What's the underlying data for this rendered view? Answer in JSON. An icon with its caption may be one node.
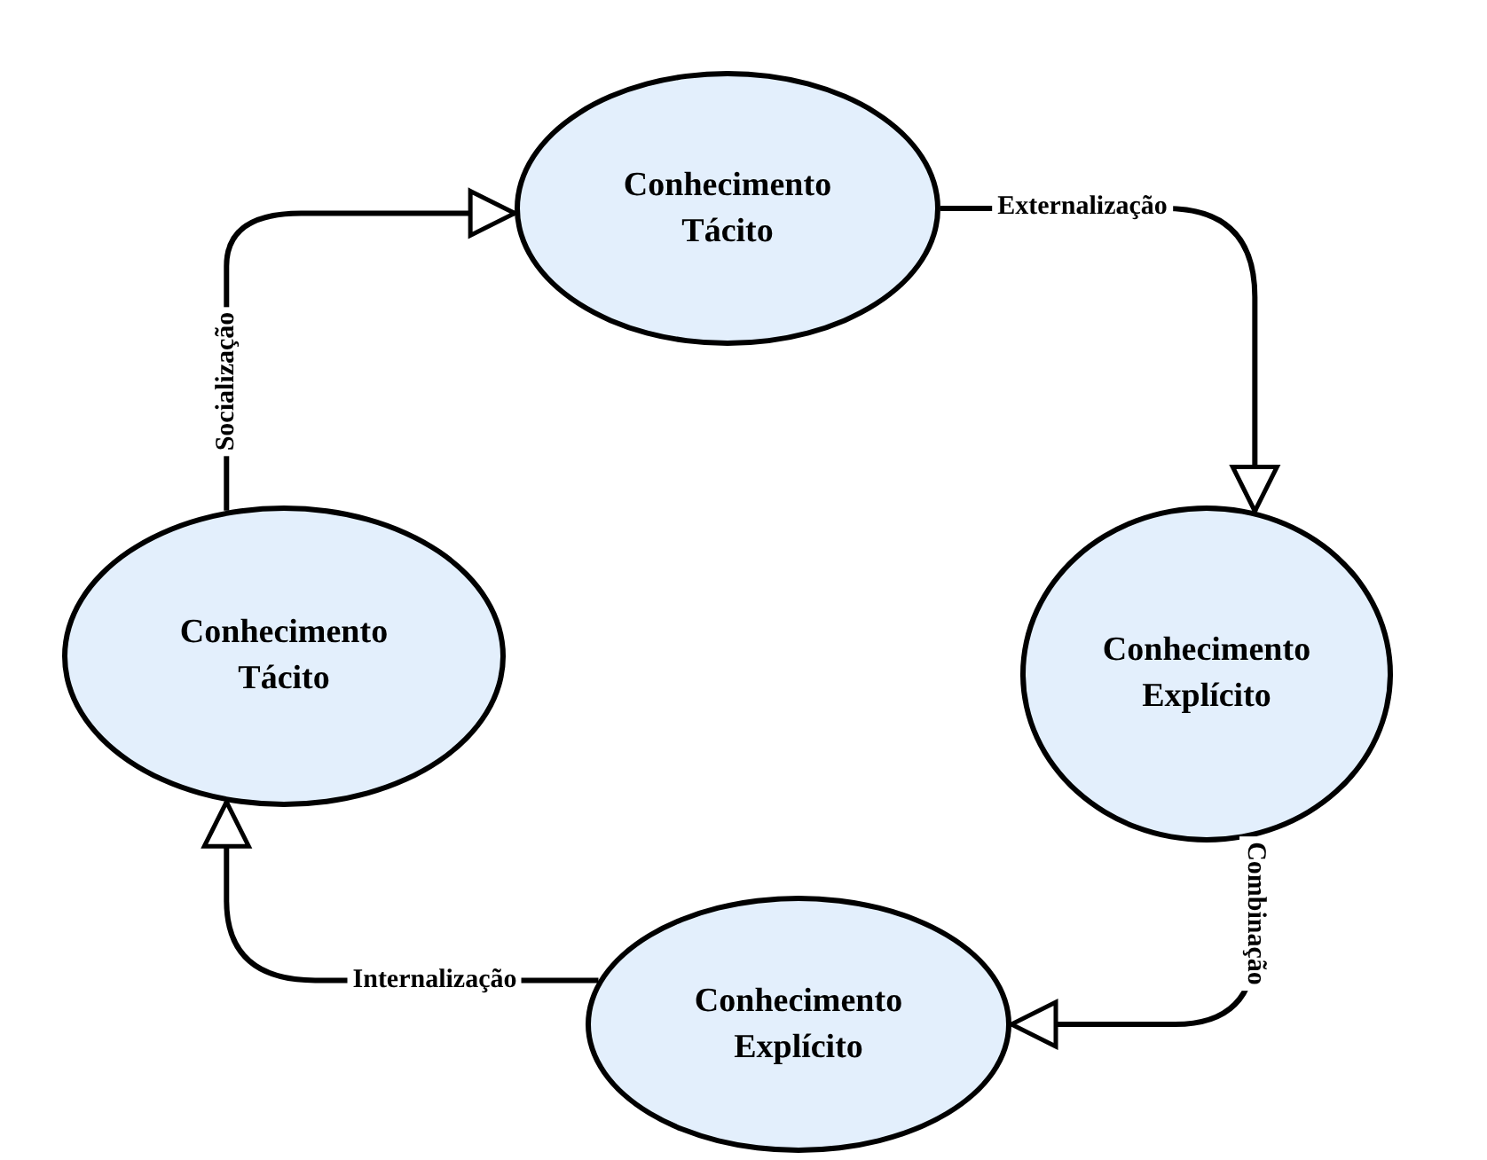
{
  "diagram": {
    "nodes": [
      {
        "text": [
          "Conhecimento Tácito"
        ]
      },
      {
        "text": [
          "Conhecimento Tácito"
        ]
      },
      {
        "text": [
          "Conhecimento Explícito"
        ]
      },
      {
        "text": [
          "Conhecimento Explícito"
        ]
      }
    ],
    "edges": [
      {
        "from": 0,
        "to": 1,
        "arrow": "to",
        "label": "Socialização"
      },
      {
        "from": 1,
        "to": 2,
        "arrow": "to",
        "label": "Externalização"
      },
      {
        "from": 2,
        "to": 3,
        "arrow": "to",
        "label": "Combinação"
      },
      {
        "from": 3,
        "to": 0,
        "arrow": "to",
        "label": "Internalização"
      }
    ]
  }
}
